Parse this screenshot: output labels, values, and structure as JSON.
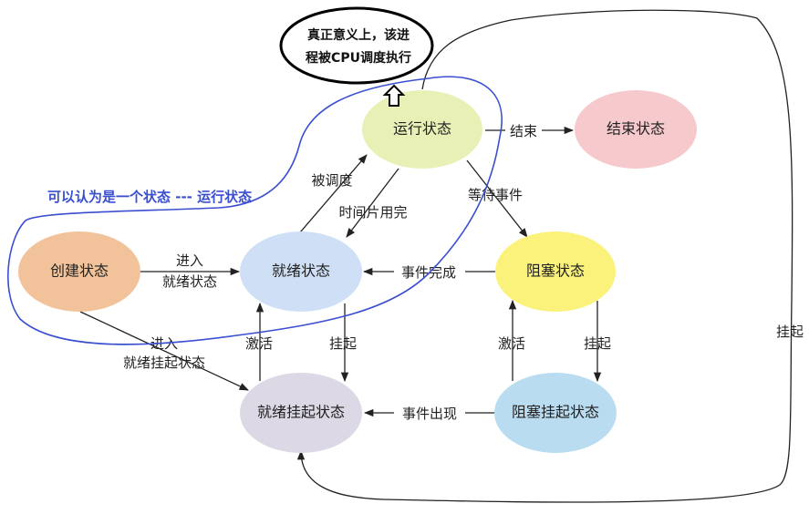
{
  "states": {
    "running": "运行状态",
    "end": "结束状态",
    "ready": "就绪状态",
    "create": "创建状态",
    "blocked": "阻塞状态",
    "ready_suspended": "就绪挂起状态",
    "blocked_suspended": "阻塞挂起状态"
  },
  "colors": {
    "running": "#e8f0b6",
    "end": "#f6c9cc",
    "ready": "#cfe0f6",
    "create": "#f2c39a",
    "blocked": "#fbf27c",
    "ready_suspended": "#ddd8e6",
    "blocked_suspended": "#b9dcf1",
    "annotation": "#3a4fd0"
  },
  "transitions": {
    "end_label": "结束",
    "dispatch": "被调度",
    "timeslice": "时间片用完",
    "wait_event": "等待事件",
    "enter_ready_1": "进入",
    "enter_ready_2": "就绪状态",
    "event_done": "事件完成",
    "activate_left": "激活",
    "suspend_left": "挂起",
    "activate_right": "激活",
    "suspend_right": "挂起",
    "enter_rs_1": "进入",
    "enter_rs_2": "就绪挂起状态",
    "event_occurs": "事件出现",
    "suspend_outer": "挂起"
  },
  "callout": {
    "line1": "真正意义上，该进",
    "line2": "程被CPU调度执行"
  },
  "annotation": "可以认为是一个状态 --- 运行状态"
}
